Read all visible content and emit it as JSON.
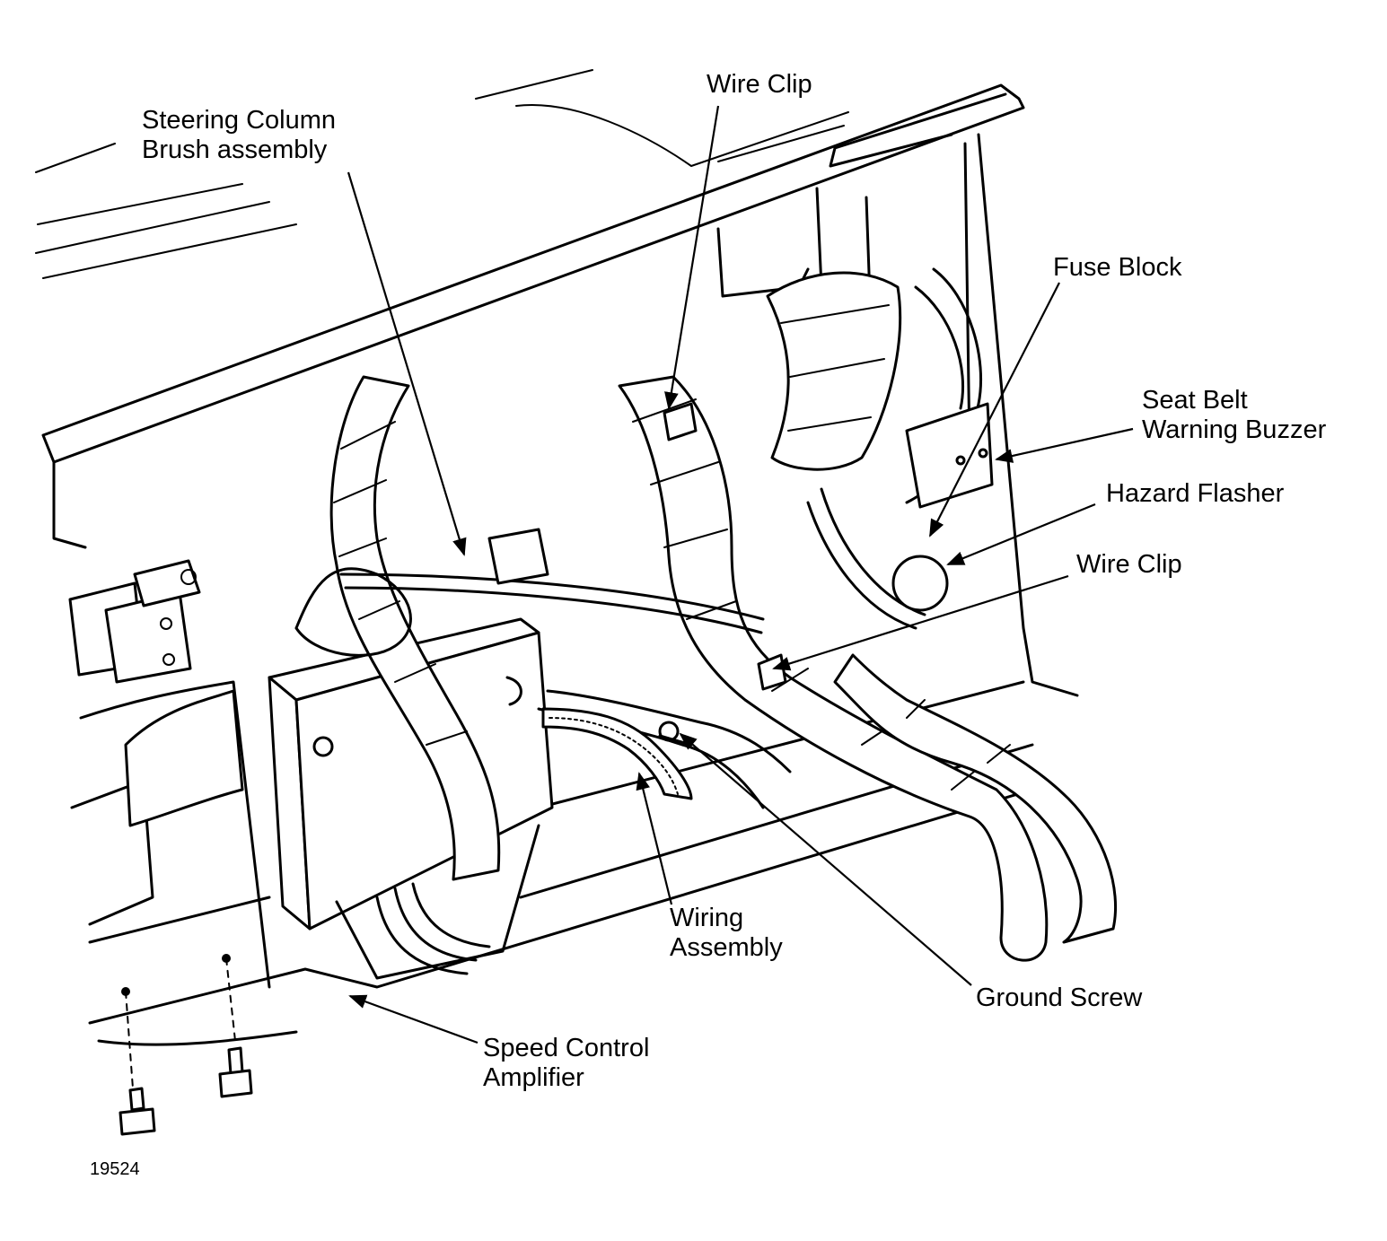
{
  "labels": {
    "steering_column_brush": [
      "Steering Column",
      "Brush assembly"
    ],
    "wire_clip_top": [
      "Wire Clip"
    ],
    "fuse_block": [
      "Fuse Block"
    ],
    "seat_belt_buzzer": [
      "Seat Belt",
      "Warning Buzzer"
    ],
    "hazard_flasher": [
      "Hazard Flasher"
    ],
    "wire_clip_right": [
      "Wire Clip"
    ],
    "wiring_assembly": [
      "Wiring",
      "Assembly"
    ],
    "ground_screw": [
      "Ground Screw"
    ],
    "speed_control_amplifier": [
      "Speed Control",
      "Amplifier"
    ]
  },
  "figure_number": "19524",
  "colors": {
    "ink": "#000000",
    "paper": "#ffffff"
  }
}
